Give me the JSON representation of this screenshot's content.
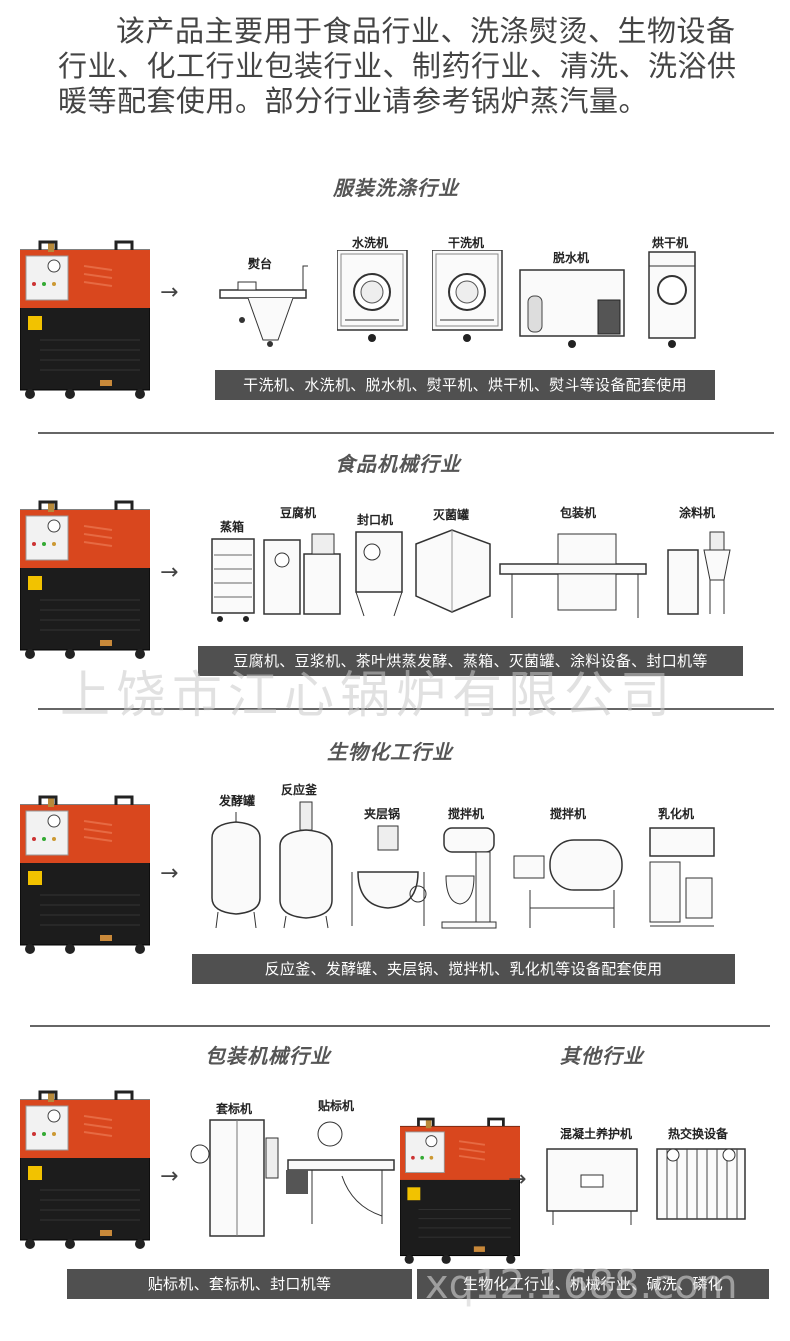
{
  "intro": "该产品主要用于食品行业、洗涤熨烫、生物设备行业、化工行业包装行业、制药行业、清洗、洗浴供暖等配套使用。部分行业请参考锅炉蒸汽量。",
  "sections": [
    {
      "title": "服装洗涤行业",
      "caption": "干洗机、水洗机、脱水机、熨平机、烘干机、熨斗等设备配套使用",
      "machines": [
        "熨台",
        "水洗机",
        "干洗机",
        "脱水机",
        "烘干机"
      ]
    },
    {
      "title": "食品机械行业",
      "caption": "豆腐机、豆浆机、茶叶烘蒸发酵、蒸箱、灭菌罐、涂料设备、封口机等",
      "machines": [
        "蒸箱",
        "豆腐机",
        "封口机",
        "灭菌罐",
        "包装机",
        "涂料机"
      ]
    },
    {
      "title": "生物化工行业",
      "caption": "反应釜、发酵罐、夹层锅、搅拌机、乳化机等设备配套使用",
      "machines": [
        "发酵罐",
        "反应釜",
        "夹层锅",
        "搅拌机",
        "搅拌机",
        "乳化机"
      ]
    },
    {
      "title": "包装机械行业",
      "caption": "贴标机、套标机、封口机等",
      "machines": [
        "套标机",
        "贴标机"
      ]
    },
    {
      "title": "其他行业",
      "caption": "生物化工行业、机械行业、碱洗、磷化",
      "machines": [
        "混凝土养护机",
        "热交换设备"
      ]
    }
  ],
  "watermarks": [
    "上饶市江心锅炉有限公司",
    "xq12.1688.com"
  ],
  "colors": {
    "boiler_top": "#d9471e",
    "boiler_body": "#1e1e1e",
    "caption_bg": "#505050"
  }
}
